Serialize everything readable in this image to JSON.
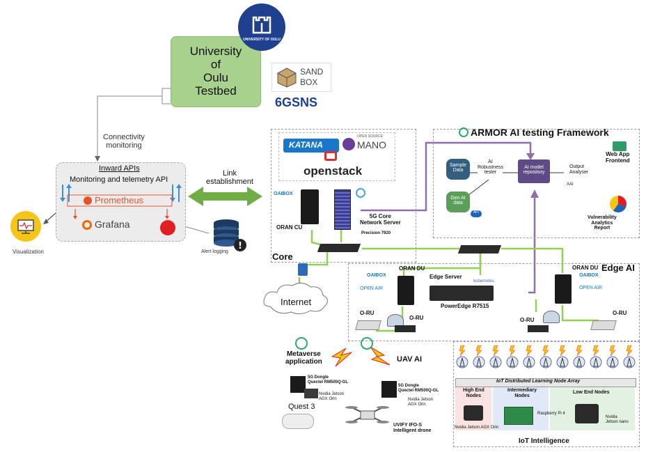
{
  "testbed": {
    "title_lines": [
      "University",
      "of",
      "Oulu",
      "Testbed"
    ]
  },
  "logos": {
    "university": "UNIVERSITY OF OULU",
    "sandbox_a": "SAND",
    "sandbox_b": "BOX",
    "sns_a": "6G",
    "sns_b": "SNS",
    "katana": "KATANA",
    "osm_small": "OPEN SOURCE",
    "osm": "MANO",
    "openstack": "openstack",
    "oaibox": "OAIBOX",
    "openair": "OPEN AIR",
    "kubernetes": "kubernetes",
    "prometheus": "Prometheus",
    "grafana": "Grafana"
  },
  "labels": {
    "connectivity_monitoring": [
      "Connectivity",
      "monitoring"
    ],
    "inward_apis": "Inward APIs",
    "monitoring_api": "Monitoring and telemetry API",
    "visualization": "Visualization",
    "alert_logging": "Alert logging",
    "link_establishment": [
      "Link",
      "establishment"
    ],
    "oran_cu": "ORAN CU",
    "core_network_server": [
      "5G Core",
      "Network Server"
    ],
    "precision": "Precision 7920",
    "core": "Core",
    "internet": "Internet",
    "oran_du_left": "ORAN DU",
    "oran_du_right": "ORAN DU",
    "edge_server": "Edge Server",
    "poweredge": "PowerEdge R7515",
    "edge_ai": "Edge AI",
    "oru": "O-RU",
    "oru_right": "O-RU",
    "metaverse": [
      "Metaverse",
      "application"
    ],
    "uav_ai": "UAV AI",
    "dongle": [
      "5G Dongle",
      "Quectel RM500Q-GL"
    ],
    "jetson": "Nvidia Jetson",
    "agx": "AGX Orin",
    "quest": "Quest 3",
    "drone": [
      "UVIFY IFO-S",
      "Intelligent drone"
    ],
    "iot_array": "IoT Distributed Learning Node Array",
    "high_end": [
      "High End",
      "Nodes"
    ],
    "intermediary": [
      "Intermediary",
      "Nodes"
    ],
    "low_end": "Low End Nodes",
    "raspberry": "Raspberry Pi 4",
    "jetson_agx_orin": "Nvidia Jetson AGX Orin",
    "jetson_nano": [
      "Nvidia",
      "Jetson nano"
    ],
    "iot_intelligence": "IoT Intelligence"
  },
  "armor": {
    "title": "ARMOR AI testing Framework",
    "sample_data": [
      "Sample",
      "Data"
    ],
    "robustness": [
      "AI",
      "Robustness",
      "tester"
    ],
    "gen_ai": [
      "Gen AI",
      "data"
    ],
    "repository": [
      "AI model",
      "repository"
    ],
    "output_analyser": [
      "Output",
      "Analyser"
    ],
    "xai": "XAI",
    "web_app": [
      "Web App",
      "Frontend"
    ],
    "vulnerability": [
      "Vulnerability",
      "Analytics",
      "Report"
    ],
    "api": "API"
  },
  "colors": {
    "testbed_green": "#a9d18e",
    "link_green": "#70ad47",
    "wire_green": "#92d050",
    "purple": "#8f6fa8",
    "navy": "#1f3f8f",
    "prometheus": "#e6522c",
    "grafana": "#f46800"
  }
}
